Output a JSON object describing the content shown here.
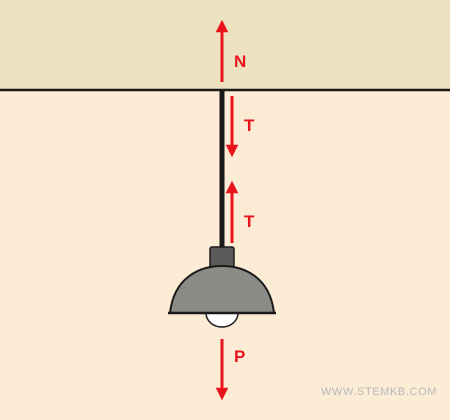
{
  "colors": {
    "ceiling": "#ede2c0",
    "background": "#fcebd5",
    "ceiling_edge": "#1a1a1a",
    "force_arrow": "#e8141b",
    "lamp_shade": "#8a8a87",
    "lamp_cap": "#5a5a58",
    "bulb": "#ffffff",
    "watermark": "#b9b9b9"
  },
  "forces": {
    "normal": {
      "label": "N"
    },
    "tension_on_ceiling": {
      "label": "T"
    },
    "tension_on_lamp": {
      "label": "T"
    },
    "weight": {
      "label": "P"
    }
  },
  "watermark": {
    "text": "WWW.STEMKB.COM"
  },
  "icons": {
    "lamp": "pendant-lamp-icon",
    "arrow_up": "arrow-up-icon",
    "arrow_down": "arrow-down-icon"
  }
}
